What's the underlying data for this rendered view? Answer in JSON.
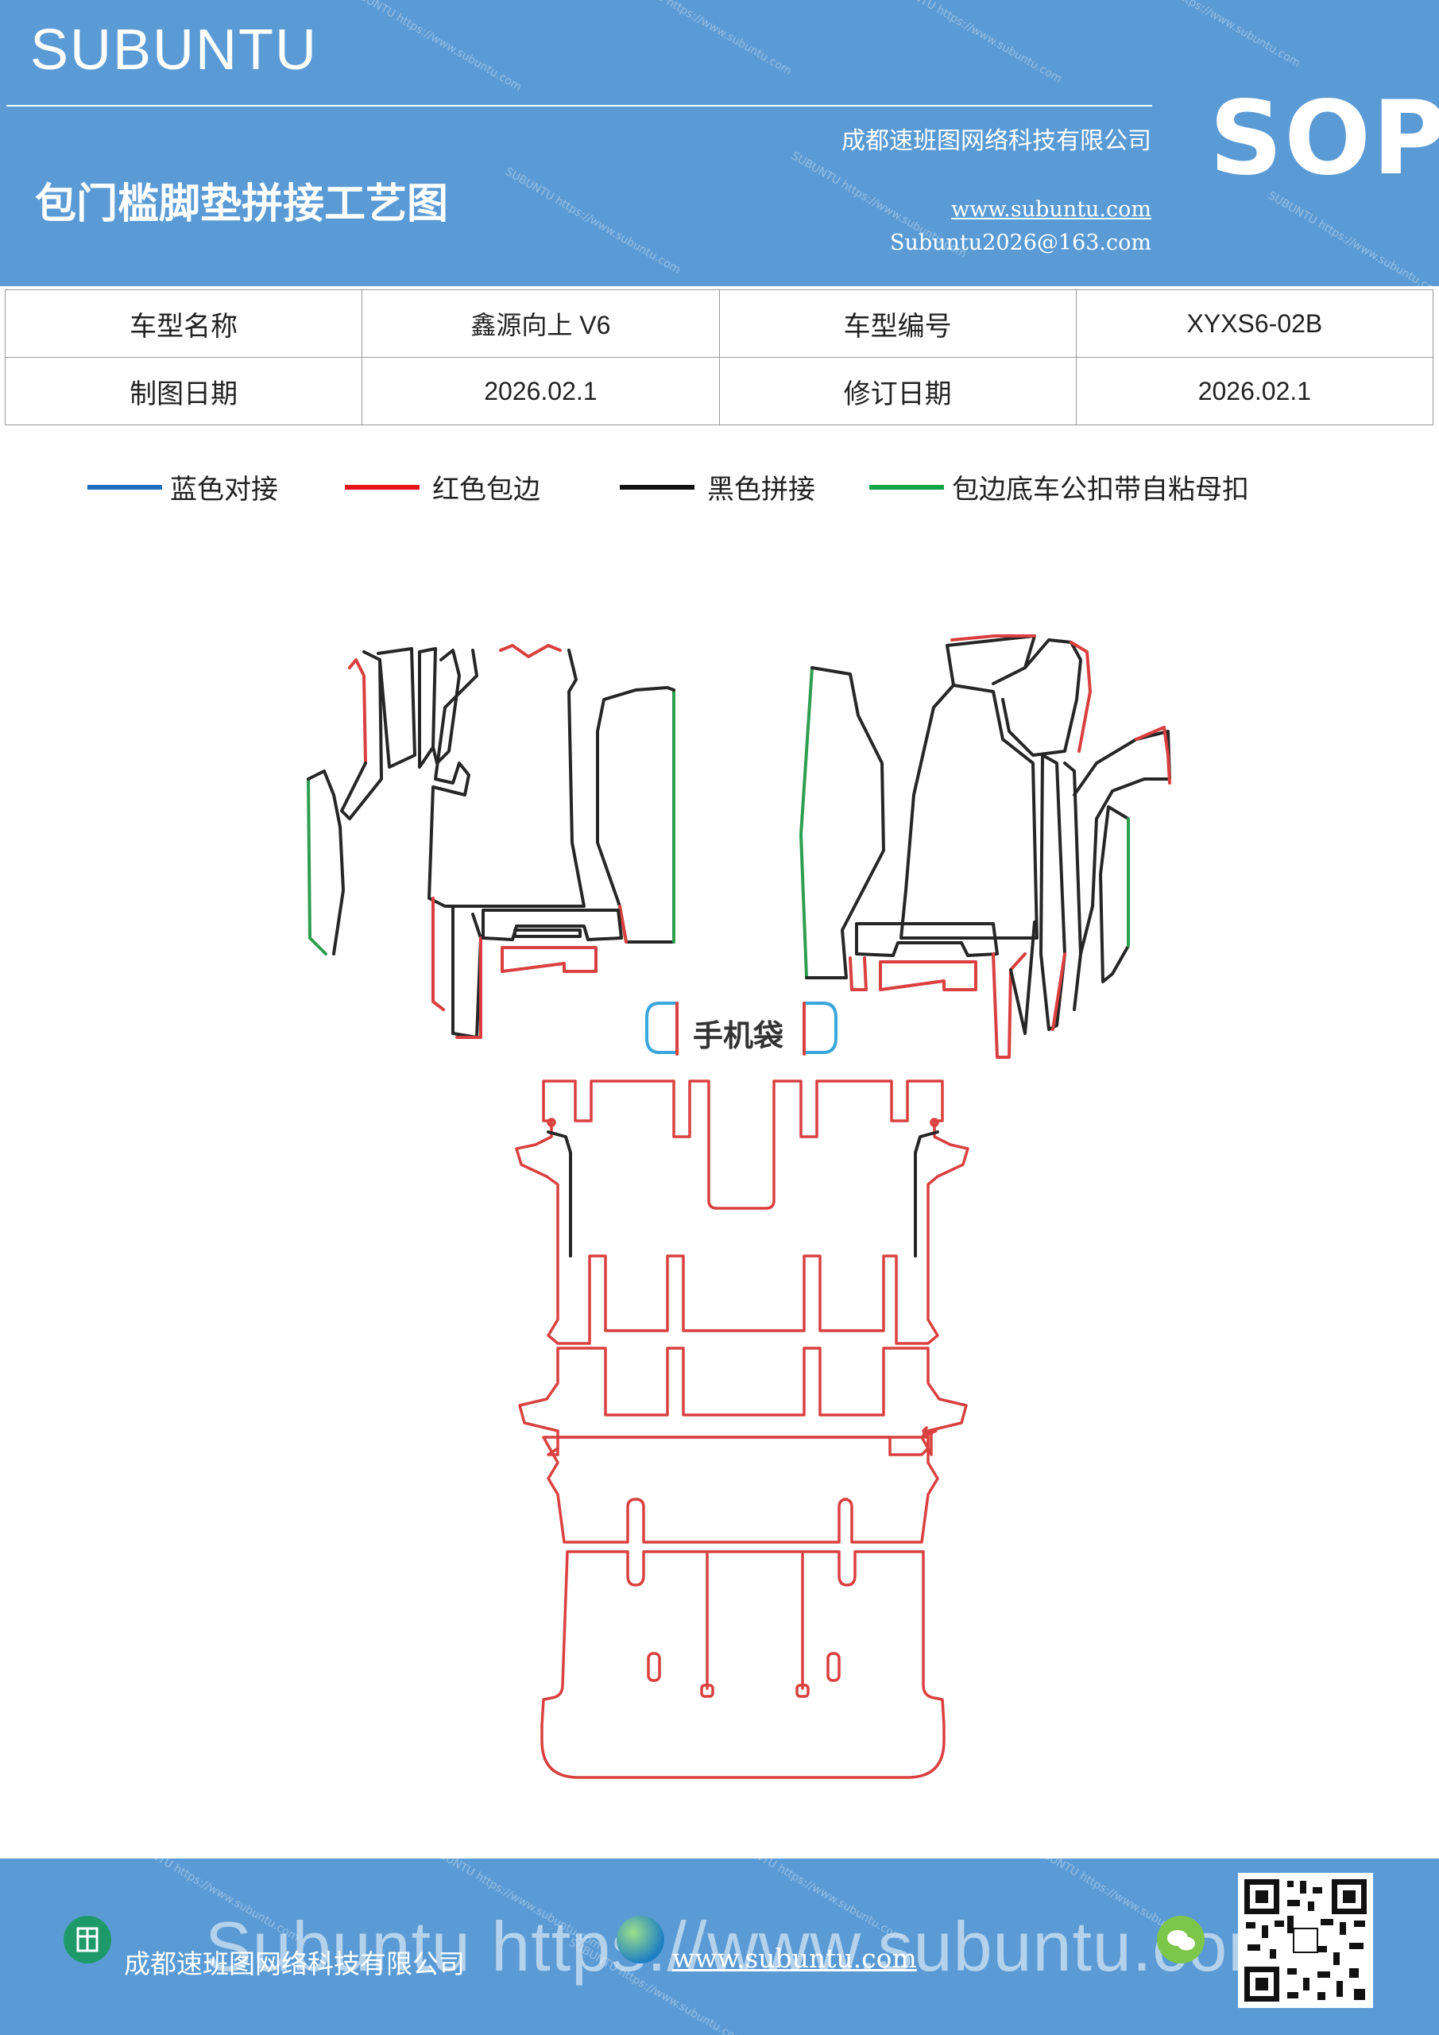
{
  "header": {
    "brand": "SUBUNTU",
    "title": "包门槛脚垫拼接工艺图",
    "company": "成都速班图网络科技有限公司",
    "website": "www.subuntu.com",
    "email": "Subuntu2026@163.com",
    "badge": "SOP",
    "watermark": "SUBUNTU https://www.subuntu.com"
  },
  "info_table": {
    "rows": [
      [
        "车型名称",
        "鑫源向上 V6",
        "车型编号",
        "XYXS6-02B"
      ],
      [
        "制图日期",
        "2026.02.1",
        "修订日期",
        "2026.02.1"
      ]
    ]
  },
  "legend": [
    {
      "label": "蓝色对接",
      "color": "#1f6fbf"
    },
    {
      "label": "红色包边",
      "color": "#e8141c"
    },
    {
      "label": "黑色拼接",
      "color": "#111111"
    },
    {
      "label": "包边底车公扣带自粘母扣",
      "color": "#13a54a"
    }
  ],
  "diagram": {
    "phone_bag_label": "手机袋",
    "colors": {
      "red": "#d9403f",
      "black": "#262626",
      "green": "#2e9e4f",
      "blue": "#3aa6dc"
    }
  },
  "footer": {
    "company": "成都速班图网络科技有限公司",
    "url": "www.subuntu.com",
    "watermark": "Subuntu https://www.subuntu.com",
    "icons": [
      "building-icon",
      "globe-icon",
      "wechat-icon"
    ]
  }
}
